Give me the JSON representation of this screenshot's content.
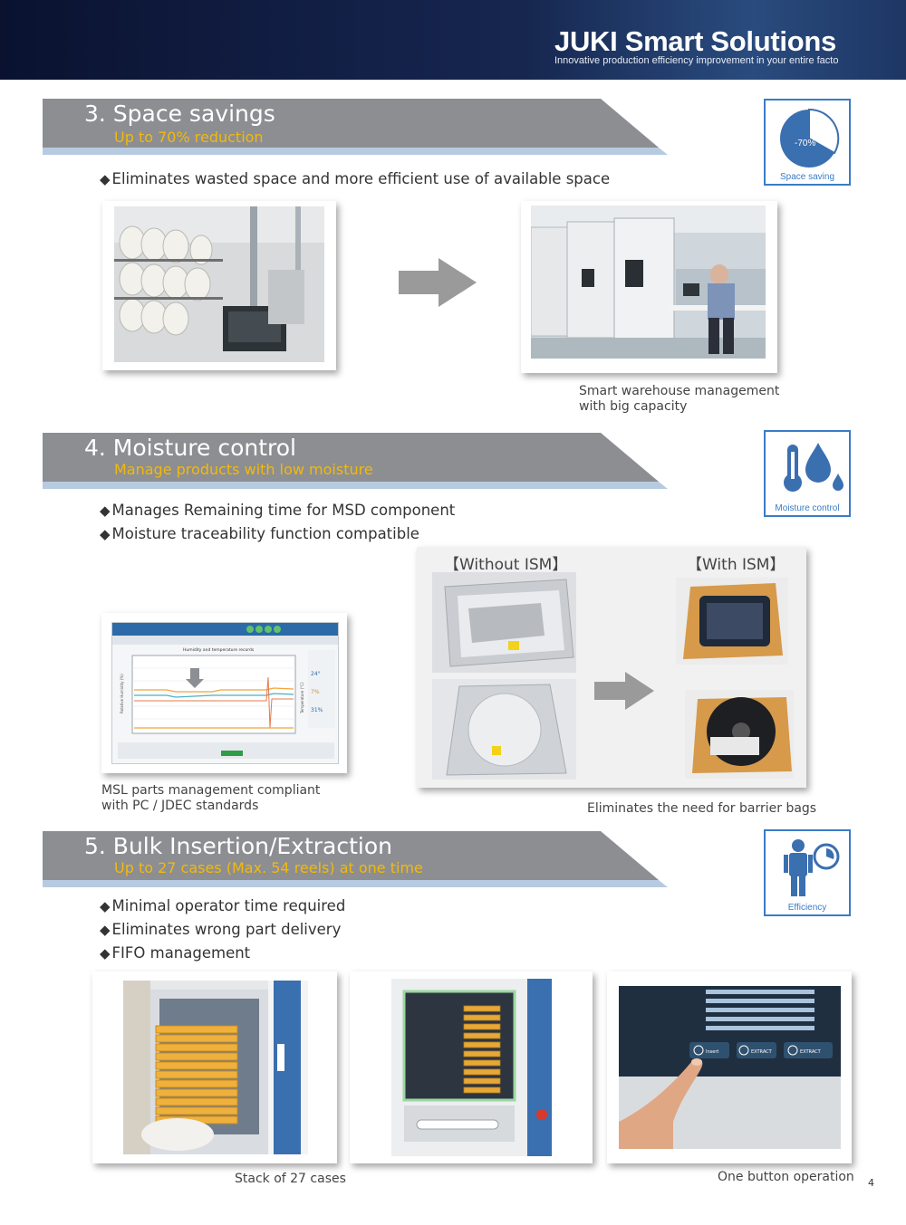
{
  "header": {
    "brand": "JUKI Smart Solutions",
    "tagline": "Innovative production efficiency improvement in your entire facto"
  },
  "sections": [
    {
      "title": "3. Space savings",
      "subtitle": "Up to 70% reduction",
      "badge": {
        "icon": "pie-chart-icon",
        "value_label": "-70%",
        "caption": "Space saving"
      },
      "bullets": [
        "Eliminates wasted space and more efficient use of available space"
      ],
      "captions": [
        "Smart warehouse management",
        "with big capacity"
      ]
    },
    {
      "title": "4. Moisture control",
      "subtitle": "Manage products with low moisture",
      "badge": {
        "icon": "thermometer-droplet-icon",
        "caption": "Moisture control"
      },
      "bullets": [
        "Manages Remaining time for MSD component",
        "Moisture traceability function compatible"
      ],
      "left_caption": [
        "MSL parts management compliant",
        "with PC / JDEC standards"
      ],
      "without_label": "【Without ISM】",
      "with_label": "【With ISM】",
      "right_caption": "Eliminates the need for barrier bags"
    },
    {
      "title": "5. Bulk Insertion/Extraction",
      "subtitle": "Up to 27 cases (Max. 54 reels) at one time",
      "badge": {
        "icon": "person-clock-icon",
        "caption": "Efficiency"
      },
      "bullets": [
        "Minimal operator time required",
        "Eliminates wrong part delivery",
        "FIFO management"
      ],
      "captions": [
        "Stack of 27 cases",
        "One button operation"
      ]
    }
  ],
  "bullet_symbol": "◆",
  "screen_chart": {
    "title": "Humidity and temperature records",
    "left_axis": "Relative Humidity (%)",
    "right_axis": "Temperature (°C)",
    "readouts": [
      "24°",
      "7%",
      "31%"
    ]
  },
  "touch_screen": {
    "buttons": [
      "Insert",
      "EXTRACT",
      "EXTRACT"
    ]
  },
  "page_number": "4",
  "colors": {
    "accent_blue": "#3a7cc7",
    "banner_gray": "#8c8e92",
    "subtitle_gold": "#f2b90c"
  }
}
